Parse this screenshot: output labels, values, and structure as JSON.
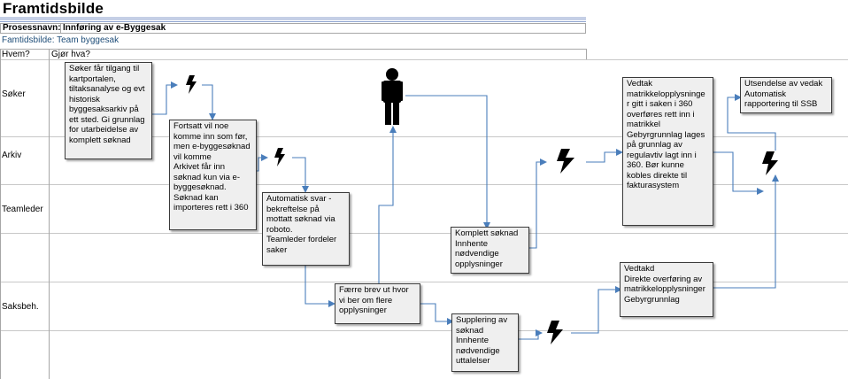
{
  "title": "Framtidsbilde",
  "process": {
    "label": "Prosessnavn:",
    "value": "Innføring av e-Byggesak"
  },
  "subtitle": "Famtidsbilde: Team byggesak",
  "headers": {
    "who": "Hvem?",
    "what": "Gjør hva?"
  },
  "lanes": [
    "Søker",
    "Arkiv",
    "Teamleder",
    "Saksbeh."
  ],
  "boxes": {
    "b1": "Søker får tilgang til kartportalen, tiltaksanalyse og evt historisk byggesaksarkiv på ett sted. Gi grunnlag for utarbeidelse av komplett søknad",
    "b2": "Fortsatt vil noe komme inn som før, men e-byggesøknad vil komme\nArkivet får inn søknad kun via e-byggesøknad.\nSøknad kan importeres rett i 360",
    "b3": "Automatisk svar - bekreftelse på mottatt søknad via roboto.\nTeamleder fordeler saker",
    "b4": "Færre brev ut hvor vi ber om flere opplysninger",
    "b5": "Komplett søknad\nInnhente nødvendige opplysninger",
    "b6": "Supplering av søknad\nInnhente nødvendige uttalelser",
    "b7": "Vedtak matrikkelopplysninge r gitt i saken i 360 overføres rett inn i matrikkel\nGebyrgrunnlag lages på grunnlag av regulavtiv lagt inn i 360. Bør kunne kobles direkte til fakturasystem",
    "b8": "Vedtakd\nDirekte overføring av matrikkelopplysninger\nGebyrgrunnlag",
    "b9": "Utsendelse av vedak\nAutomatisk rapportering til SSB"
  },
  "icons": [
    "lightning-icon",
    "person-icon"
  ],
  "colors": {
    "connector": "#4a7ebb",
    "box_fill": "#efefef",
    "title_rule": "#c5cfe6",
    "subtitle": "#1f4e79"
  }
}
